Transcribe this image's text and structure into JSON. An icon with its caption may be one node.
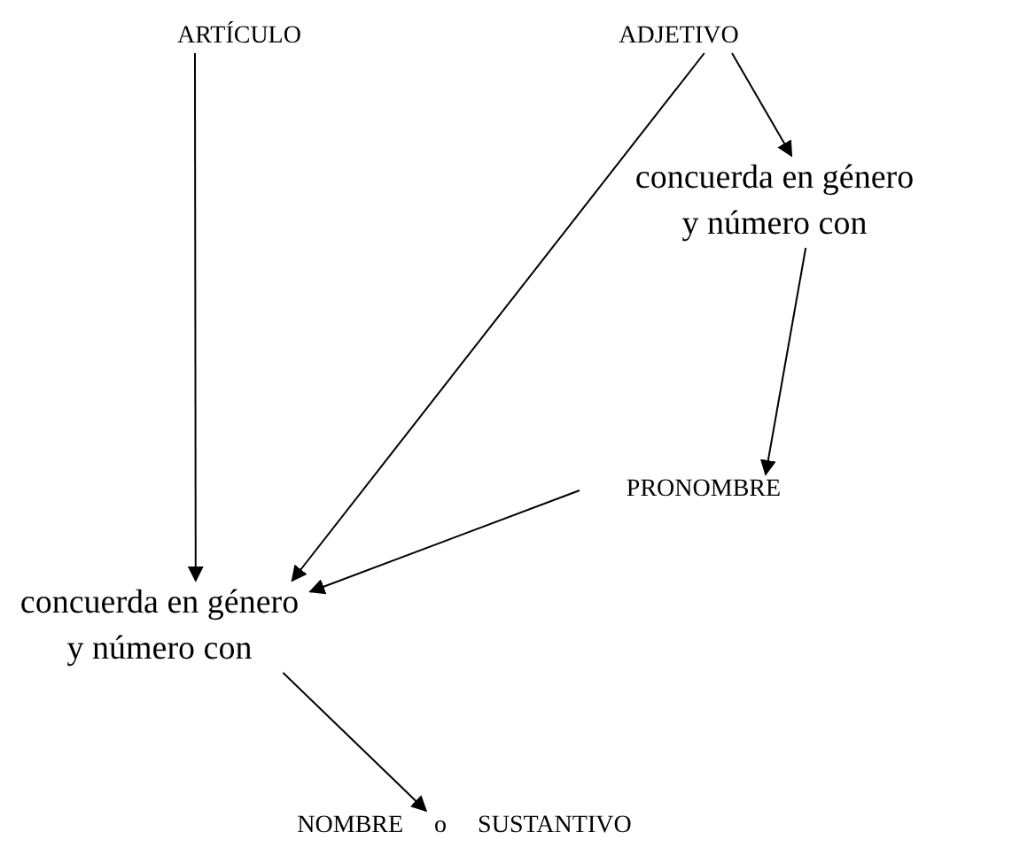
{
  "diagram": {
    "nodes": [
      {
        "text": [
          "ARTÍCULO"
        ]
      },
      {
        "text": [
          "ADJETIVO"
        ]
      },
      {
        "text": [
          "concuerda en género y número con"
        ]
      },
      {
        "text": [
          "PRONOMBRE"
        ]
      },
      {
        "text": [
          "concuerda en género y número con"
        ]
      },
      {
        "text": [
          "NOMBRE o SUSTANTIVO"
        ]
      }
    ],
    "edges": [
      {
        "from": 0,
        "to": 4,
        "arrow": "to"
      },
      {
        "from": 1,
        "to": 4,
        "arrow": "to"
      },
      {
        "from": 1,
        "to": 2,
        "arrow": "to"
      },
      {
        "from": 2,
        "to": 3,
        "arrow": "to"
      },
      {
        "from": 3,
        "to": 4,
        "arrow": "to"
      },
      {
        "from": 4,
        "to": 5,
        "arrow": "to"
      }
    ]
  }
}
